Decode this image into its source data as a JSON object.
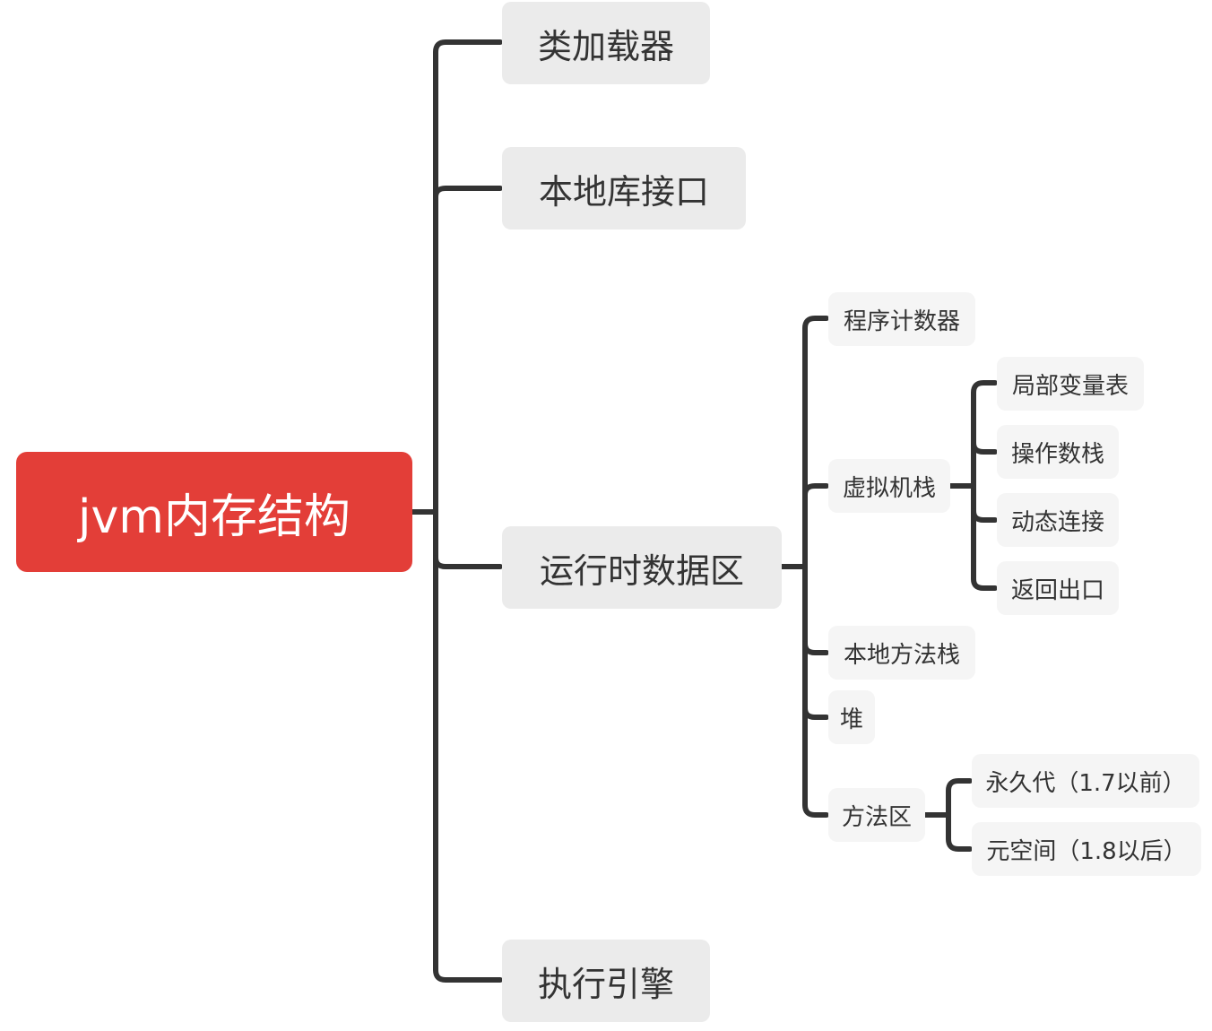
{
  "root": {
    "label": "jvm内存结构"
  },
  "level1": [
    {
      "label": "类加载器"
    },
    {
      "label": "本地库接口"
    },
    {
      "label": "运行时数据区"
    },
    {
      "label": "执行引擎"
    }
  ],
  "runtime_children": [
    {
      "label": "程序计数器"
    },
    {
      "label": "虚拟机栈"
    },
    {
      "label": "本地方法栈"
    },
    {
      "label": "堆"
    },
    {
      "label": "方法区"
    }
  ],
  "vm_stack_children": [
    {
      "label": "局部变量表"
    },
    {
      "label": "操作数栈"
    },
    {
      "label": "动态连接"
    },
    {
      "label": "返回出口"
    }
  ],
  "method_area_children": [
    {
      "label": "永久代（1.7以前）"
    },
    {
      "label": "元空间（1.8以后）"
    }
  ],
  "colors": {
    "root": "#e33e38",
    "connector": "#333333",
    "level1_fill": "#ebebeb",
    "leaf_fill": "#f5f5f5"
  }
}
